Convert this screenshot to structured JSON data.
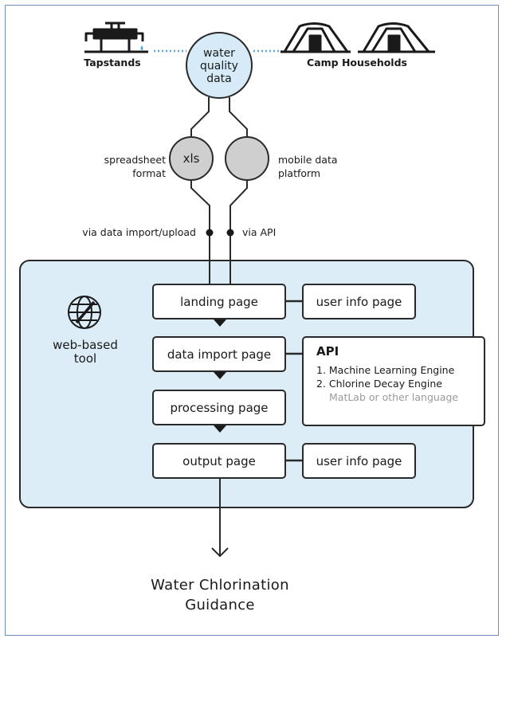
{
  "sources": {
    "tapstands": "Tapstands",
    "households": "Camp Households",
    "water_quality": [
      "water",
      "quality",
      "data"
    ]
  },
  "formats": {
    "spreadsheet": [
      "spreadsheet",
      "format"
    ],
    "xls": "xls",
    "mobile": [
      "mobile data",
      "platform"
    ]
  },
  "connectors": {
    "import": "via data import/upload",
    "api": "via API"
  },
  "tool": {
    "label": [
      "web-based",
      "tool"
    ],
    "landing": "landing page",
    "user_info_1": "user info page",
    "data_import": "data import page",
    "processing": "processing page",
    "output": "output page",
    "user_info_2": "user info page"
  },
  "api": {
    "title": "API",
    "item1": "1. Machine Learning Engine",
    "item2": "2. Chlorine Decay Engine",
    "item2_note": "MatLab or other language"
  },
  "result": [
    "Water Chlorination",
    "Guidance"
  ],
  "colors": {
    "panel": "#dcedf8",
    "node": "#d6ebf7",
    "format_node": "#cfcfcf",
    "dotted_link": "#59a7d8",
    "line": "#2a2a2a",
    "muted_text": "#9a9a9a"
  }
}
